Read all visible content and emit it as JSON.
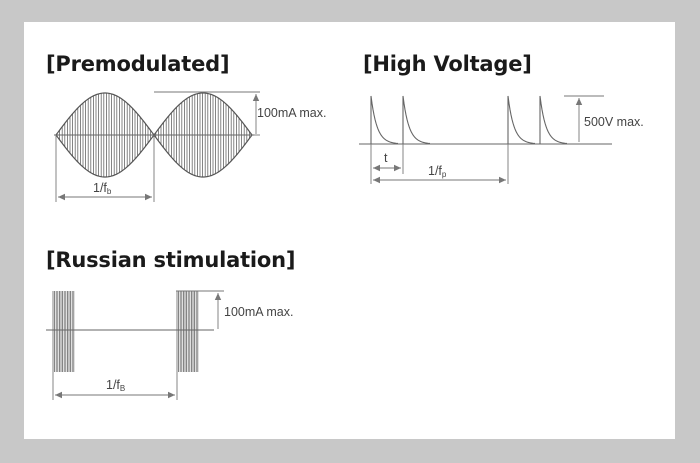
{
  "titles": {
    "premodulated": "[Premodulated]",
    "high_voltage": "[High Voltage]",
    "russian": "[Russian stimulation]"
  },
  "premodulated": {
    "amplitude_label": "100mA max.",
    "period_label_main": "1/f",
    "period_label_sub": "b"
  },
  "high_voltage": {
    "amplitude_label": "500V max.",
    "pulse_width_label": "t",
    "period_label_main": "1/f",
    "period_label_sub": "p"
  },
  "russian": {
    "amplitude_label": "100mA max.",
    "period_label_main": "1/f",
    "period_label_sub": "B"
  },
  "colors": {
    "background": "#c8c8c8",
    "card": "#ffffff",
    "waveform": "#666666",
    "dimension": "#777777",
    "text": "#1a1a1a"
  }
}
